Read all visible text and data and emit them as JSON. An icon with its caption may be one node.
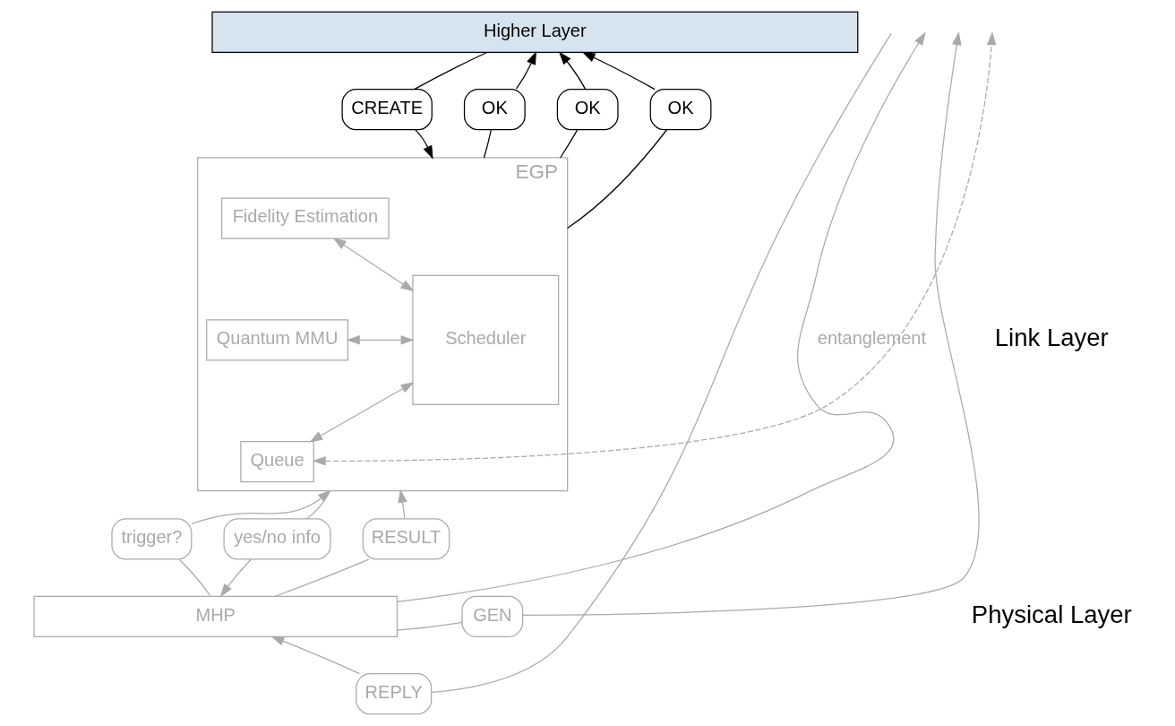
{
  "diagram": {
    "nodes": [
      {
        "text": [
          "Higher Layer"
        ]
      },
      {
        "text": [
          "CREATE"
        ]
      },
      {
        "text": [
          "OK"
        ]
      },
      {
        "text": [
          "OK"
        ]
      },
      {
        "text": [
          "OK"
        ]
      },
      {
        "text": [
          "EGP"
        ]
      },
      {
        "text": [
          "Scheduler"
        ],
        "in": 5
      },
      {
        "text": [
          "Fidelity Estimation"
        ],
        "in": 5
      },
      {
        "text": [
          "Quantum MMU"
        ],
        "in": 5
      },
      {
        "text": [
          "Queue"
        ],
        "in": 5
      },
      {
        "text": [
          "trigger?"
        ]
      },
      {
        "text": [
          "yes/no info"
        ]
      },
      {
        "text": [
          "RESULT"
        ]
      },
      {
        "text": [
          "MHP"
        ]
      },
      {
        "text": [
          "GEN"
        ]
      },
      {
        "text": [
          "REPLY"
        ]
      }
    ],
    "edges": [
      {
        "from": 0,
        "to": 1,
        "arrow": "none",
        "color": "#000000"
      },
      {
        "from": 1,
        "to": 5,
        "arrow": "to",
        "color": "#000000"
      },
      {
        "from": 5,
        "to": 2,
        "arrow": "none",
        "color": "#000000"
      },
      {
        "from": 2,
        "to": 0,
        "arrow": "to",
        "color": "#000000"
      },
      {
        "from": 5,
        "to": 3,
        "arrow": "none",
        "color": "#000000"
      },
      {
        "from": 3,
        "to": 0,
        "arrow": "to",
        "color": "#000000"
      },
      {
        "from": 5,
        "to": 4,
        "arrow": "none",
        "color": "#000000"
      },
      {
        "from": 4,
        "to": 0,
        "arrow": "to",
        "color": "#000000"
      },
      {
        "from": 6,
        "to": 7,
        "arrow": "both"
      },
      {
        "from": 6,
        "to": 8,
        "arrow": "both"
      },
      {
        "from": 6,
        "to": 9,
        "arrow": "both"
      },
      {
        "from": 9,
        "to": null,
        "arrow": "both",
        "style": "dashed"
      },
      {
        "from": 13,
        "to": 10,
        "arrow": "none"
      },
      {
        "from": 10,
        "to": 5,
        "arrow": "to"
      },
      {
        "from": 5,
        "to": 11,
        "arrow": "none"
      },
      {
        "from": 11,
        "to": 13,
        "arrow": "to"
      },
      {
        "from": 13,
        "to": 12,
        "arrow": "none"
      },
      {
        "from": 12,
        "to": 5,
        "arrow": "to"
      },
      {
        "from": 13,
        "to": null,
        "arrow": "to",
        "label": "entanglement"
      },
      {
        "from": 13,
        "to": 14,
        "arrow": "none"
      },
      {
        "from": 14,
        "to": null,
        "arrow": "to"
      },
      {
        "from": null,
        "to": 15,
        "arrow": "none"
      },
      {
        "from": 15,
        "to": 13,
        "arrow": "to"
      }
    ],
    "labels": [
      "Link Layer",
      "Physical Layer"
    ]
  }
}
